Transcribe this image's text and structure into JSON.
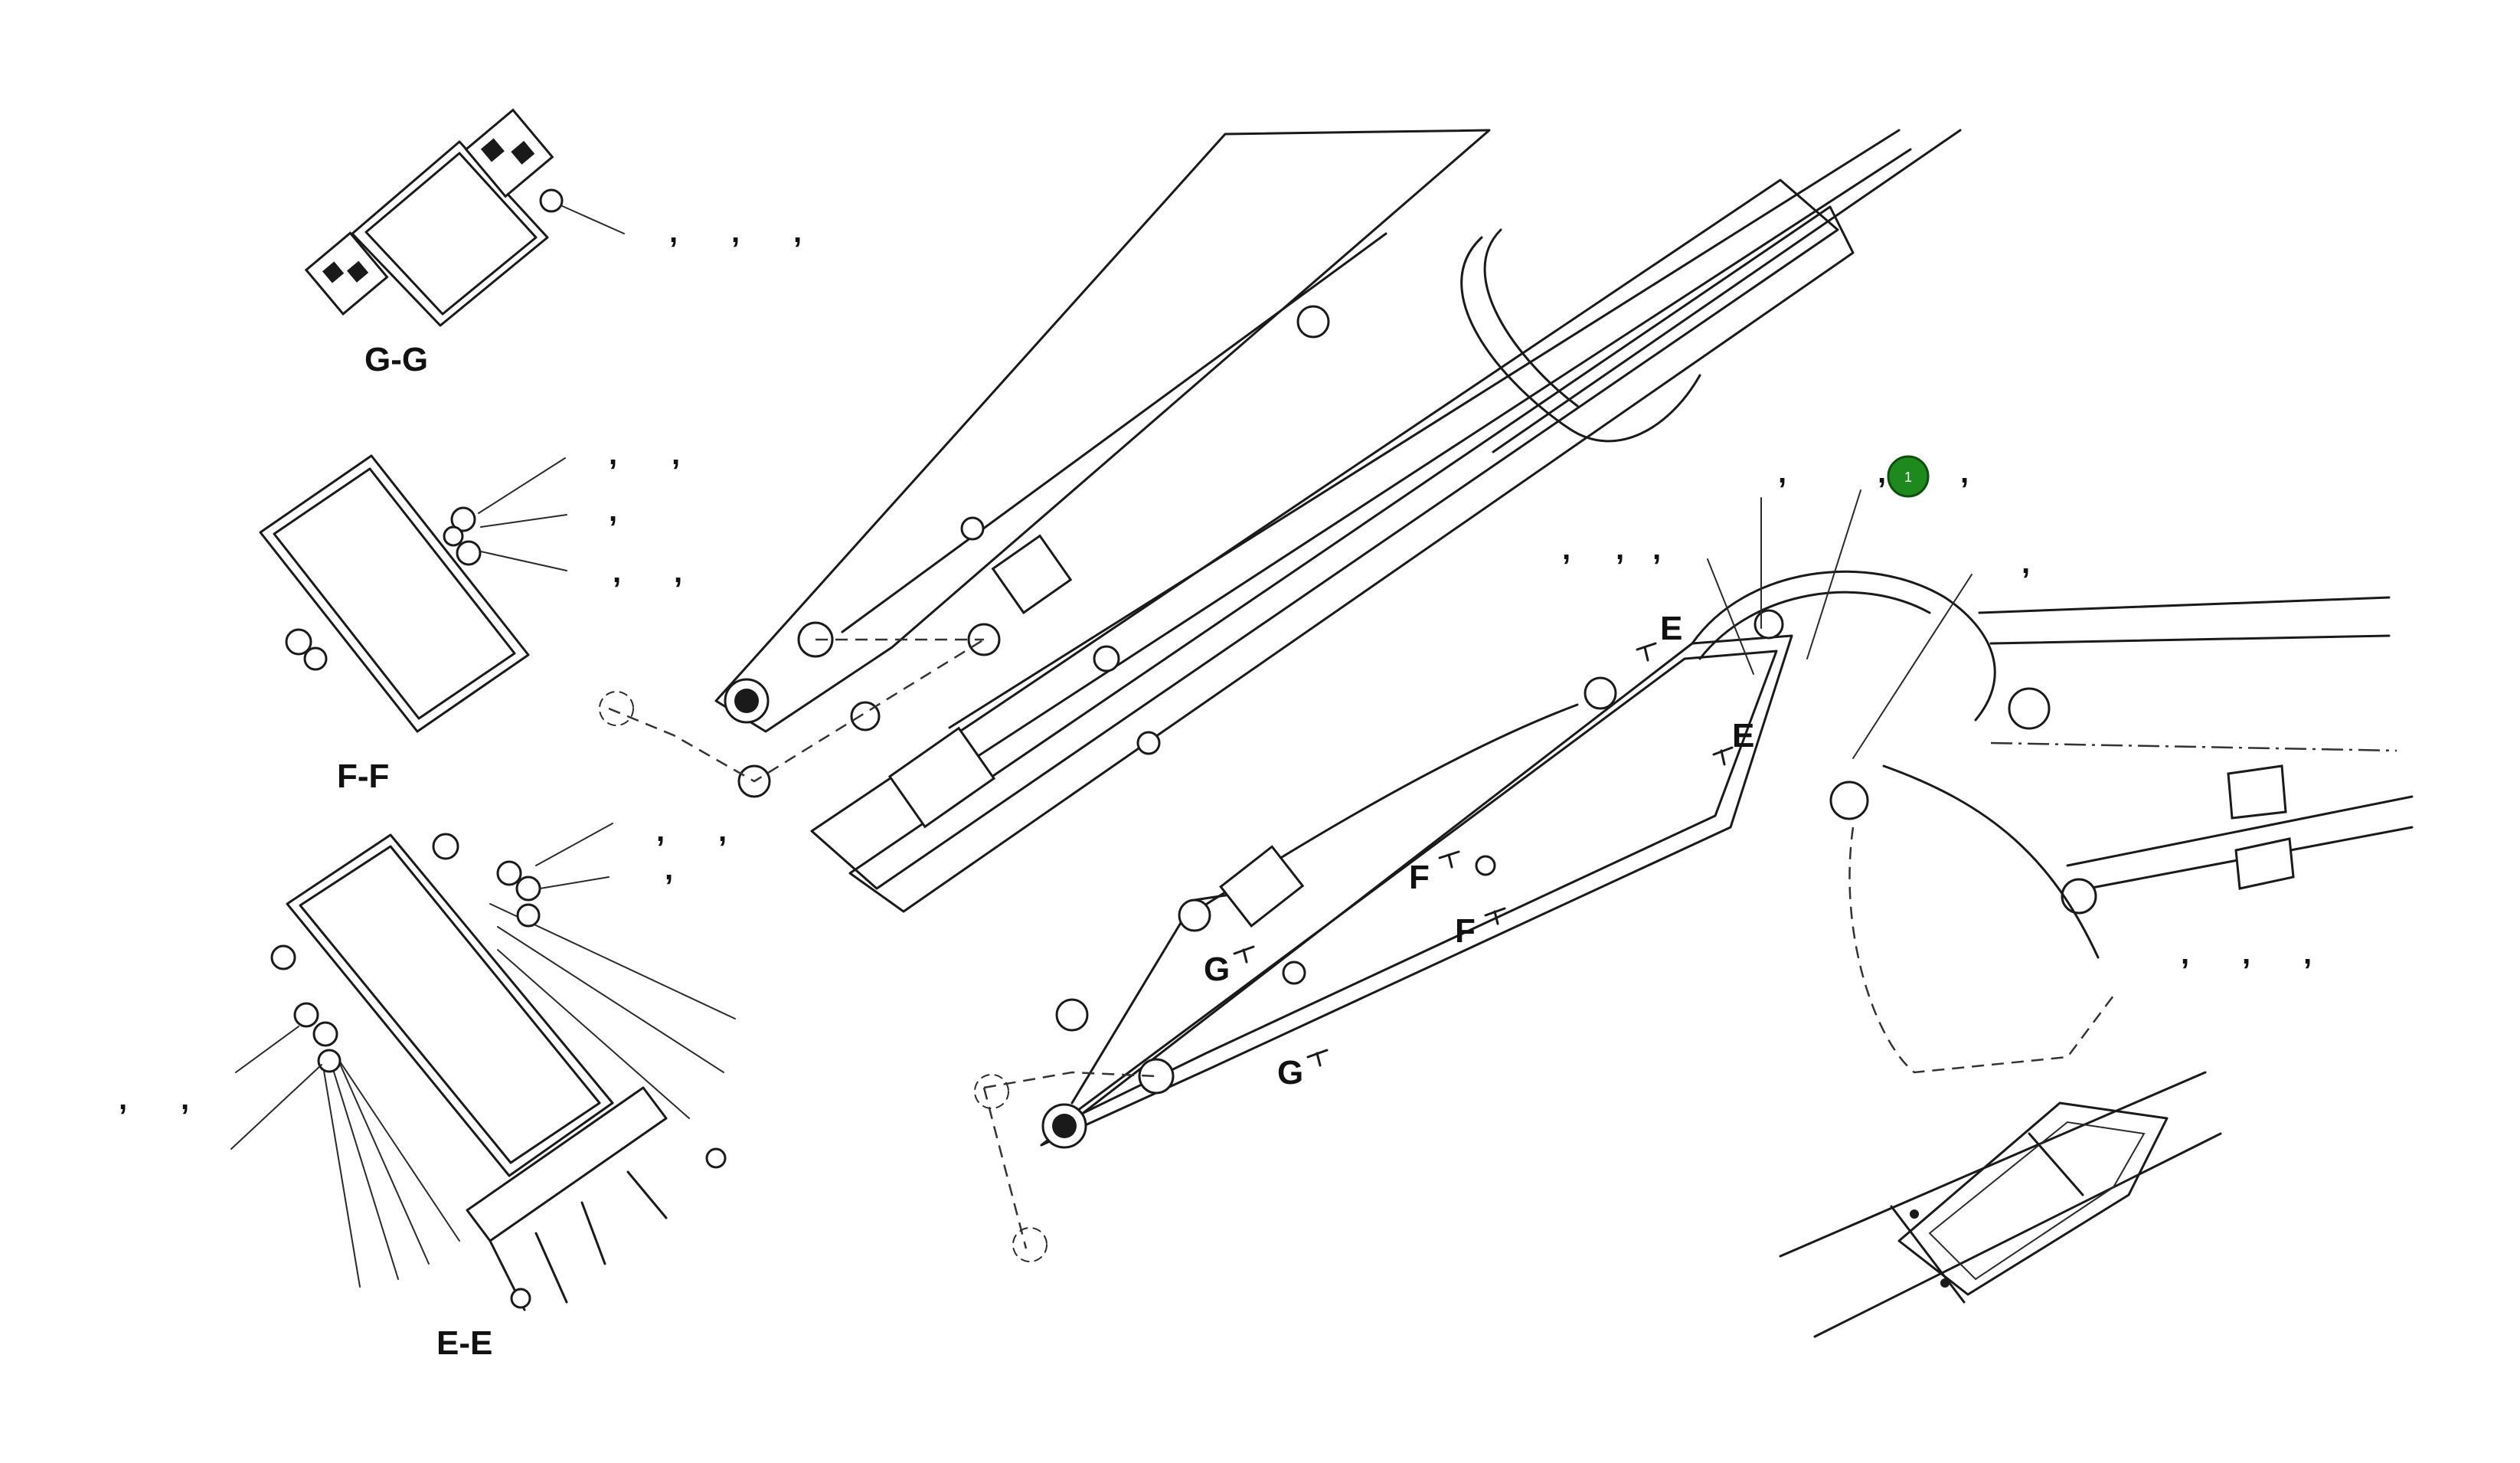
{
  "views": {
    "gg": "G-G",
    "ff": "F-F",
    "ee": "E-E"
  },
  "markers": {
    "e1": "E",
    "e2": "E",
    "f1": "F",
    "f2": "F",
    "g1": "G",
    "g2": "G"
  },
  "callout": {
    "number": "1",
    "color": "#1e8a1e"
  },
  "separator": ","
}
